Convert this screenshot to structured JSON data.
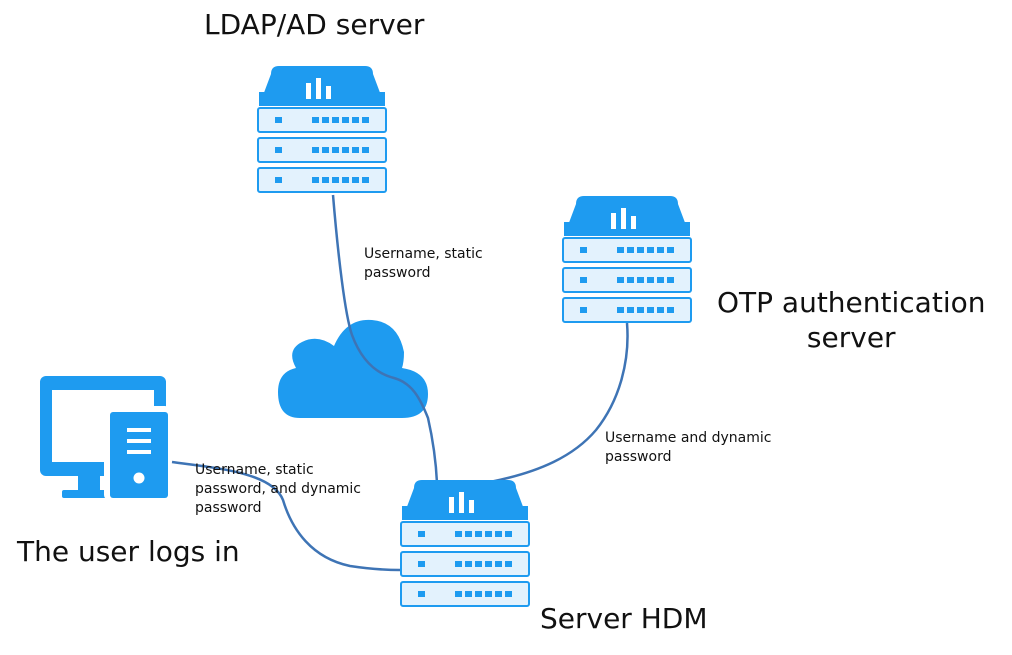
{
  "colors": {
    "device_blue": "#1e9bf0",
    "stripe_light": "#e3f2fd",
    "line_blue": "#3e74b5"
  },
  "nodes": {
    "ldap": {
      "label": "LDAP/AD server",
      "icon": "server-stack-icon"
    },
    "otp": {
      "label": "OTP authentication\nserver",
      "icon": "server-stack-icon"
    },
    "hdm": {
      "label": "Server HDM",
      "icon": "server-stack-icon"
    },
    "user": {
      "label": "The user logs in",
      "icon": "desktop-computer-icon"
    },
    "cloud": {
      "icon": "cloud-icon"
    }
  },
  "edges": {
    "ldap_to_hdm": {
      "label": "Username, static\npassword"
    },
    "otp_to_hdm": {
      "label": "Username and dynamic\npassword"
    },
    "user_to_hdm": {
      "label": "Username, static\npassword, and dynamic\npassword"
    }
  }
}
